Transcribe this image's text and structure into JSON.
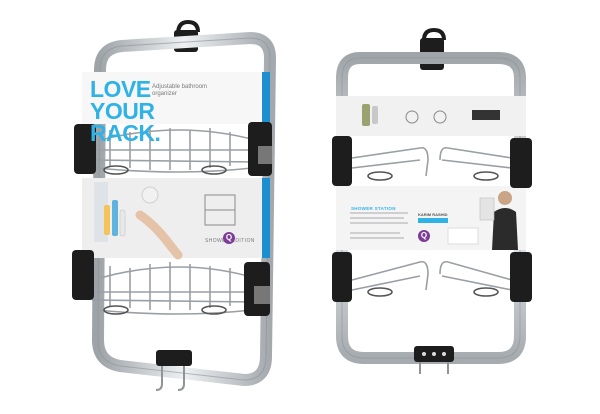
{
  "front_package": {
    "headline_line1": "LOVE",
    "headline_line2": "YOUR RACK.",
    "subhead": "Adjustable bathroom organizer",
    "edition": "SHOWER EDITION",
    "logo": "Q"
  },
  "back_package": {
    "section_title": "SHOWER STATION",
    "brand": "KARIM RASHID",
    "logo": "Q"
  },
  "colors": {
    "accent_blue": "#2fb2e6",
    "logo_purple": "#7c3c97",
    "frame_silver": "#c9ccd0",
    "clamp_black": "#1d1d1d"
  }
}
